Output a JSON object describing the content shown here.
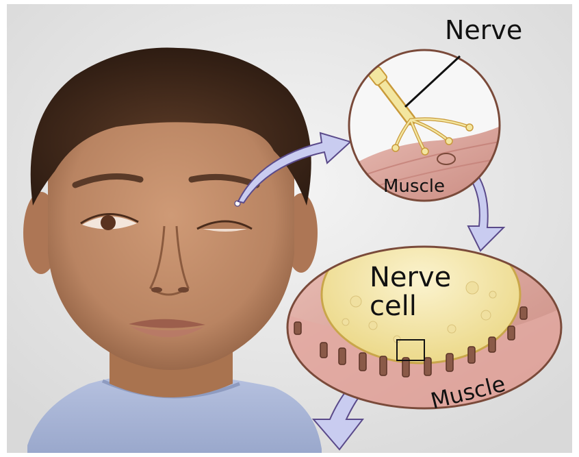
{
  "labels": {
    "nerve": "Nerve",
    "muscle_top": "Muscle",
    "nerve_cell_line1": "Nerve",
    "nerve_cell_line2": "cell",
    "muscle_bottom": "Muscle"
  },
  "colors": {
    "background": "#e9e9e9",
    "frame": "#ffffff",
    "skin": "#b98462",
    "skin_shadow": "#9a6a4c",
    "hair": "#4a2e1e",
    "shirt": "#a9b6d6",
    "arrow_fill": "#c9ccf0",
    "arrow_stroke": "#5a4a8a",
    "muscle_pink": "#e8b4ae",
    "muscle_dark": "#b8706a",
    "nerve_yellow": "#f3e6a0",
    "nerve_outline": "#c99a3a",
    "cell_yellow": "#f6eab4",
    "synapse_brown": "#7a4a3a"
  },
  "icons": {
    "face": "child-with-drooping-eyelid",
    "callout_arrow": "curved-arrow",
    "zoom_circle": "magnified-view-circle"
  }
}
